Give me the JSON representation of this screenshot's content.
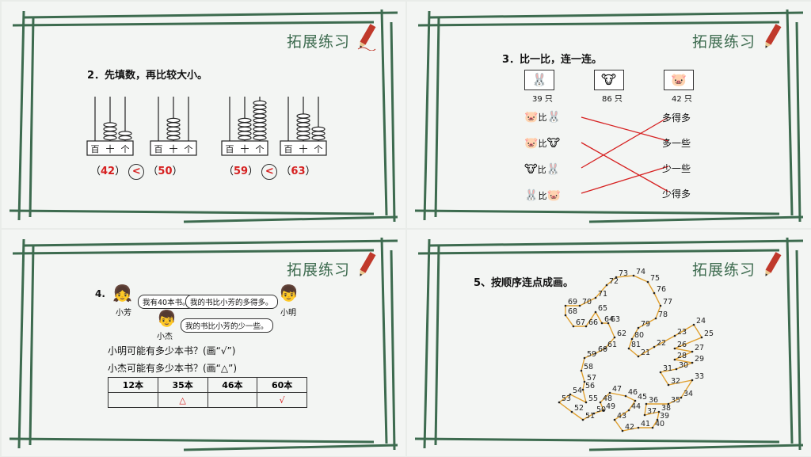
{
  "slides": {
    "common": {
      "title": "拓展练习",
      "accent": "#3d6b4f",
      "pencil_icon": "pencil-icon"
    },
    "s1": {
      "question": "2．先填数，再比较大小。",
      "place_labels": [
        "百",
        "十",
        "个"
      ],
      "groups": [
        {
          "a": {
            "answer": "42"
          },
          "op": "<",
          "b": {
            "answer": "50"
          }
        },
        {
          "a": {
            "answer": "59"
          },
          "op": "<",
          "b": {
            "answer": "63"
          }
        }
      ],
      "paren_open": "（",
      "paren_close": "）"
    },
    "s2": {
      "question": "3．比一比，连一连。",
      "counts": [
        "39 只",
        "86 只",
        "42 只"
      ],
      "compare_word": "比",
      "options": [
        "多得多",
        "多一些",
        "少一些",
        "少得多"
      ]
    },
    "s3": {
      "number": "4.",
      "names": [
        "小芳",
        "小明",
        "小杰"
      ],
      "bubbles": [
        "我有40本书。",
        "我的书比小芳的多得多。",
        "我的书比小芳的少一些。"
      ],
      "q1": "小明可能有多少本书？(画“√”)",
      "q2": "小杰可能有多少本书？(画“△”)",
      "table_headers": [
        "12本",
        "35本",
        "46本",
        "60本"
      ],
      "table_marks": [
        "",
        "△",
        "",
        "√"
      ]
    },
    "s4": {
      "question": "5、按顺序连点成画。"
    }
  }
}
